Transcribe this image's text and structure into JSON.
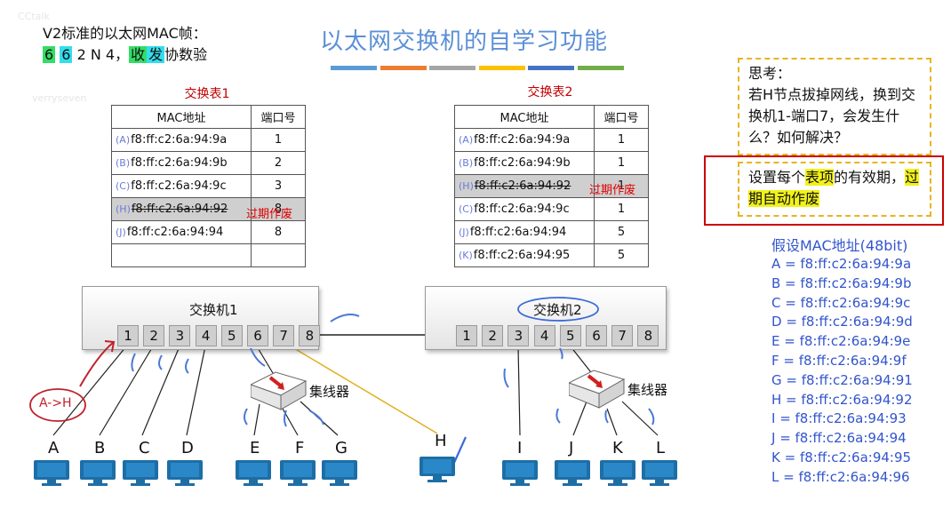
{
  "header": {
    "frame_line1": "V2标准的以太网MAC帧：",
    "frame_n1": "6",
    "frame_n2": "6",
    "frame_rest": "2 N 4，",
    "frame_h1": "收",
    "frame_h2": "发",
    "frame_tail": "协数验",
    "title": "以太网交换机的自学习功能",
    "title_bar_colors": [
      "#5b9bd5",
      "#ed7d31",
      "#a5a5a5",
      "#ffc000",
      "#4472c4",
      "#70ad47"
    ]
  },
  "watermarks": [
    "CCtalk",
    "verryseven"
  ],
  "table1": {
    "caption": "交换表1",
    "col_mac": "MAC地址",
    "col_port": "端口号",
    "rows": [
      {
        "prefix": "(A)",
        "mac": "f8:ff:c2:6a:94:9a",
        "port": "1"
      },
      {
        "prefix": "(B)",
        "mac": "f8:ff:c2:6a:94:9b",
        "port": "2"
      },
      {
        "prefix": "(C)",
        "mac": "f8:ff:c2:6a:94:9c",
        "port": "3"
      },
      {
        "prefix": "(H)",
        "mac": "f8:ff:c2:6a:94:92",
        "port": "8"
      },
      {
        "prefix": "(J)",
        "mac": "f8:ff:c2:6a:94:94",
        "port": "8"
      }
    ],
    "expired_note": "过期作废"
  },
  "table2": {
    "caption": "交换表2",
    "col_mac": "MAC地址",
    "col_port": "端口号",
    "rows": [
      {
        "prefix": "(A)",
        "mac": "f8:ff:c2:6a:94:9a",
        "port": "1"
      },
      {
        "prefix": "(B)",
        "mac": "f8:ff:c2:6a:94:9b",
        "port": "1"
      },
      {
        "prefix": "(H)",
        "mac": "f8:ff:c2:6a:94:92",
        "port": "1"
      },
      {
        "prefix": "(C)",
        "mac": "f8:ff:c2:6a:94:9c",
        "port": "1"
      },
      {
        "prefix": "(J)",
        "mac": "f8:ff:c2:6a:94:94",
        "port": "5"
      },
      {
        "prefix": "(K)",
        "mac": "f8:ff:c2:6a:94:95",
        "port": "5"
      }
    ],
    "expired_note": "过期作废"
  },
  "think": {
    "label": "思考：",
    "question": "若H节点拔掉网线，换到交换机1-端口7，会发生什么？如何解决？",
    "answer_pre": "设置每个",
    "answer_hl1": "表项",
    "answer_mid": "的有效期，",
    "answer_hl2": "过期自动作废"
  },
  "addresses": {
    "title": "假设MAC地址(48bit)",
    "items": [
      "A = f8:ff:c2:6a:94:9a",
      "B = f8:ff:c2:6a:94:9b",
      "C = f8:ff:c2:6a:94:9c",
      "D = f8:ff:c2:6a:94:9d",
      "E = f8:ff:c2:6a:94:9e",
      "F = f8:ff:c2:6a:94:9f",
      "G = f8:ff:c2:6a:94:91",
      "H = f8:ff:c2:6a:94:92",
      "I = f8:ff:c2:6a:94:93",
      "J = f8:ff:c2:6a:94:94",
      "K = f8:ff:c2:6a:94:95",
      "L = f8:ff:c2:6a:94:96"
    ]
  },
  "switch1": {
    "label": "交换机1",
    "ports": [
      "1",
      "2",
      "3",
      "4",
      "5",
      "6",
      "7",
      "8"
    ]
  },
  "switch2": {
    "label": "交换机2",
    "ports": [
      "1",
      "2",
      "3",
      "4",
      "5",
      "6",
      "7",
      "8"
    ]
  },
  "hub_label": "集线器",
  "annotation": "A->H",
  "nodes": [
    "A",
    "B",
    "C",
    "D",
    "E",
    "F",
    "G",
    "H",
    "I",
    "J",
    "K",
    "L"
  ]
}
